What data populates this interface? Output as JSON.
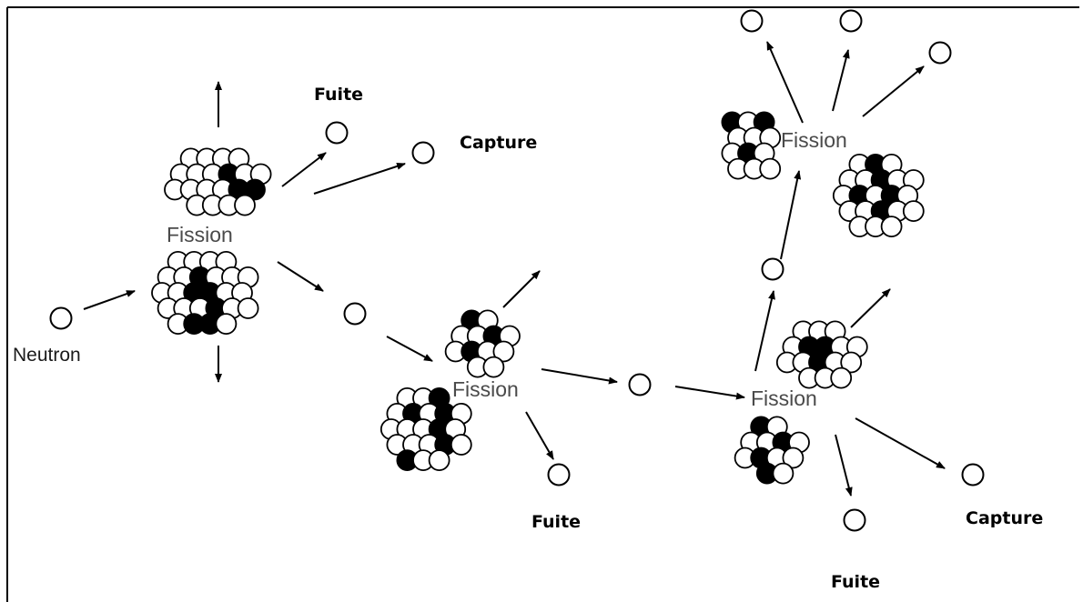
{
  "diagram": {
    "labels": {
      "neutron": "Neutron",
      "fission_1": "Fission",
      "fission_2": "Fission",
      "fission_3": "Fission",
      "fission_4": "Fission",
      "fuite_1": "Fuite",
      "fuite_2": "Fuite",
      "fuite_3": "Fuite",
      "capture_1": "Capture",
      "capture_2": "Capture"
    },
    "colors": {
      "background": "#ffffff",
      "stroke": "#000000",
      "label_gray": "#4a4a4a"
    }
  }
}
